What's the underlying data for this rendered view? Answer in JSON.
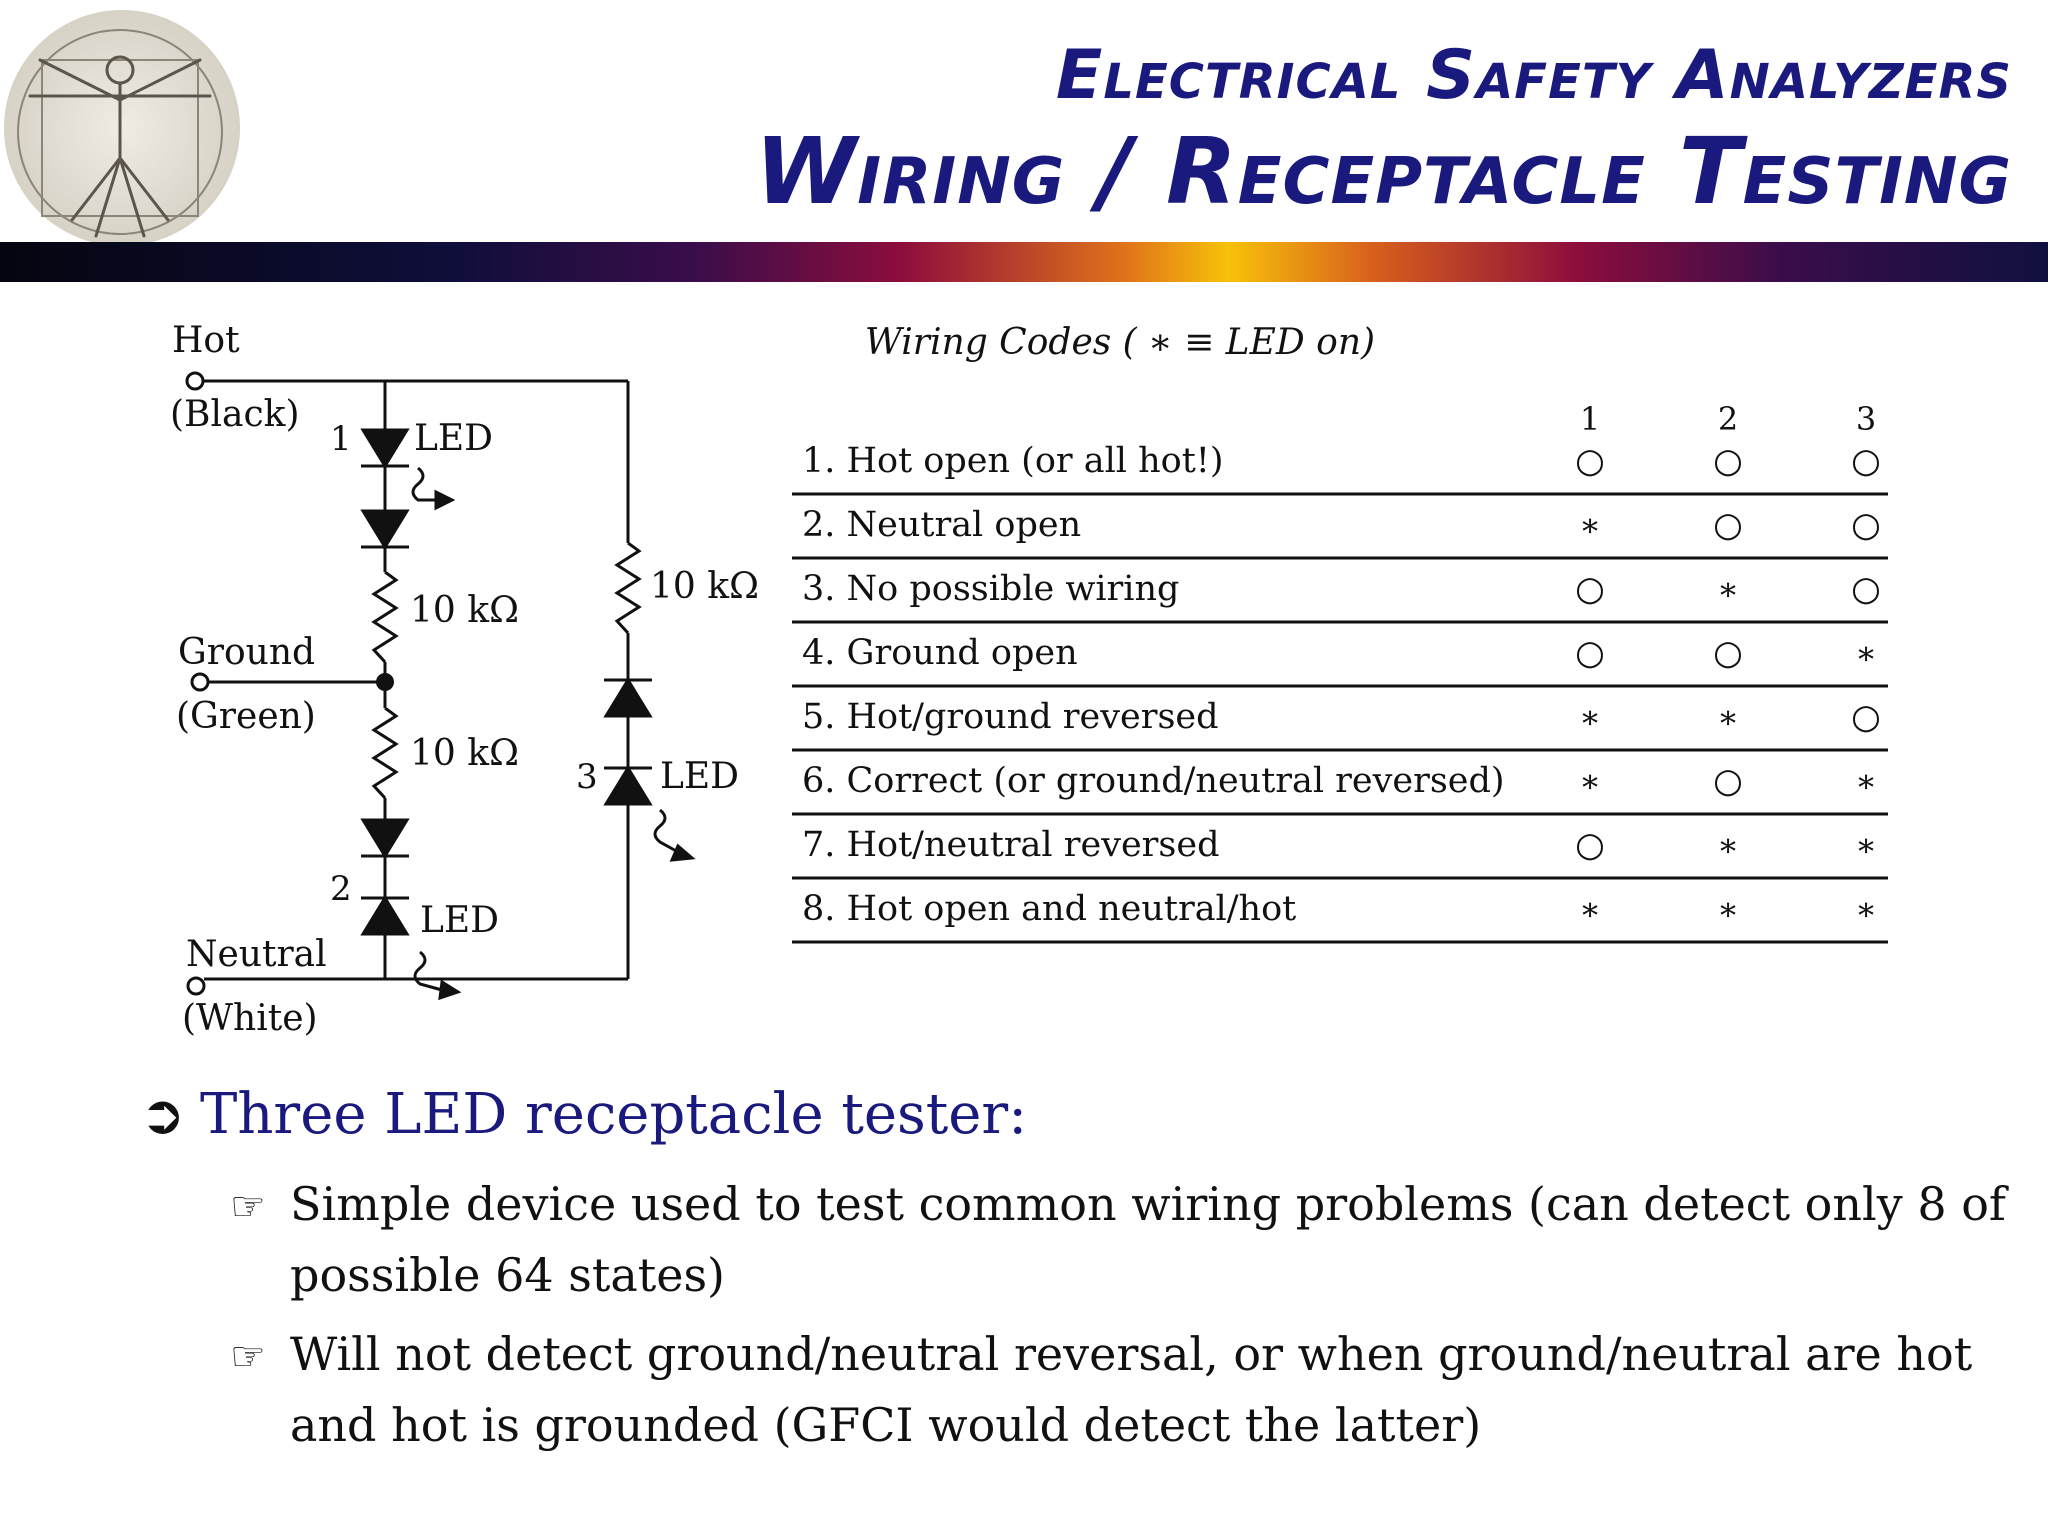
{
  "title": {
    "line1": "Electrical Safety Analyzers",
    "line2": "Wiring / Receptacle Testing"
  },
  "circuit": {
    "hot_label": "Hot",
    "hot_color": "(Black)",
    "ground_label": "Ground",
    "ground_color": "(Green)",
    "neutral_label": "Neutral",
    "neutral_color": "(White)",
    "led_label": "LED",
    "resistor_label": "10 kΩ",
    "led1_number": "1",
    "led2_number": "2",
    "led3_number": "3"
  },
  "table": {
    "caption": "Wiring Codes ( ∗ ≡ LED on)",
    "columns": [
      "1",
      "2",
      "3"
    ],
    "rows": [
      {
        "label": "1. Hot open (or all hot!)",
        "states": [
          "○",
          "○",
          "○"
        ]
      },
      {
        "label": "2. Neutral open",
        "states": [
          "∗",
          "○",
          "○"
        ]
      },
      {
        "label": "3. No possible wiring",
        "states": [
          "○",
          "∗",
          "○"
        ]
      },
      {
        "label": "4. Ground open",
        "states": [
          "○",
          "○",
          "∗"
        ]
      },
      {
        "label": "5. Hot/ground reversed",
        "states": [
          "∗",
          "∗",
          "○"
        ]
      },
      {
        "label": "6. Correct (or ground/neutral reversed)",
        "states": [
          "∗",
          "○",
          "∗"
        ]
      },
      {
        "label": "7. Hot/neutral reversed",
        "states": [
          "○",
          "∗",
          "∗"
        ]
      },
      {
        "label": "8. Hot open and neutral/hot",
        "states": [
          "∗",
          "∗",
          "∗"
        ]
      }
    ]
  },
  "bullets": {
    "main": "Three LED receptacle tester:",
    "sub": [
      "Simple device used to test common wiring problems (can detect only 8 of possible 64 states)",
      "Will not detect ground/neutral reversal, or when ground/neutral are hot and hot is grounded (GFCI would detect the latter)"
    ]
  },
  "icons": {
    "main_bullet": "arrow-bullet-icon",
    "sub_bullet": "pointing-hand-icon"
  },
  "colors": {
    "title": "#1a1a7e",
    "text": "#111111"
  }
}
